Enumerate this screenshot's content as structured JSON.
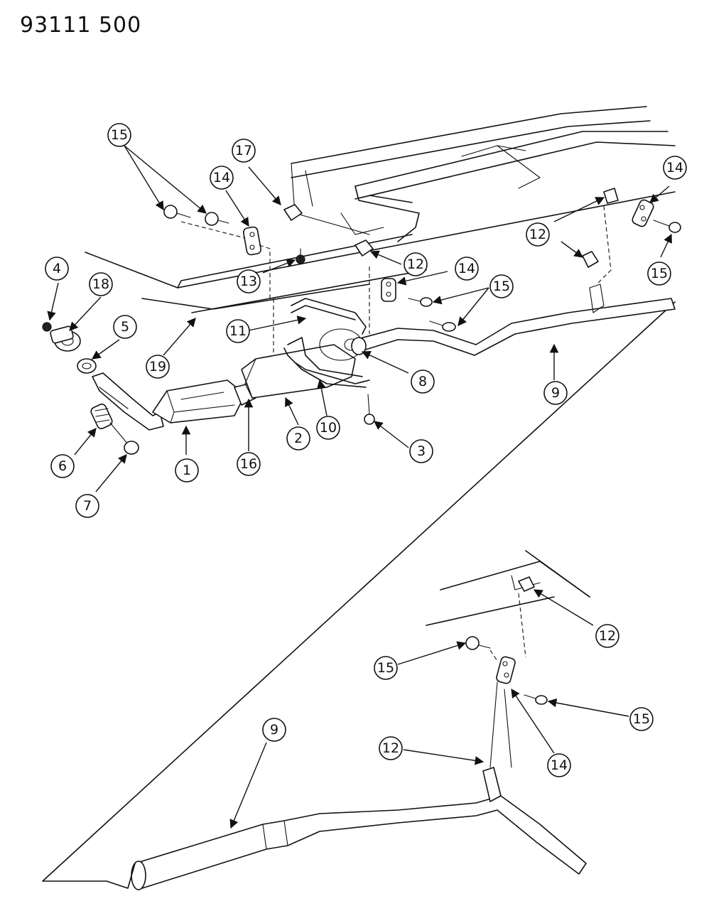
{
  "figure_number": "93111 500",
  "callouts": {
    "c1": "1",
    "c2": "2",
    "c3": "3",
    "c4": "4",
    "c5": "5",
    "c6": "6",
    "c7": "7",
    "c8": "8",
    "c9a": "9",
    "c9b": "9",
    "c10": "10",
    "c11": "11",
    "c12a": "12",
    "c12b": "12",
    "c12c": "12",
    "c12d": "12",
    "c13": "13",
    "c14a": "14",
    "c14b": "14",
    "c14c": "14",
    "c14d": "14",
    "c15a": "15",
    "c15b": "15",
    "c15c": "15",
    "c15d": "15",
    "c15e": "15",
    "c16": "16",
    "c17": "17",
    "c18": "18",
    "c19": "19"
  }
}
